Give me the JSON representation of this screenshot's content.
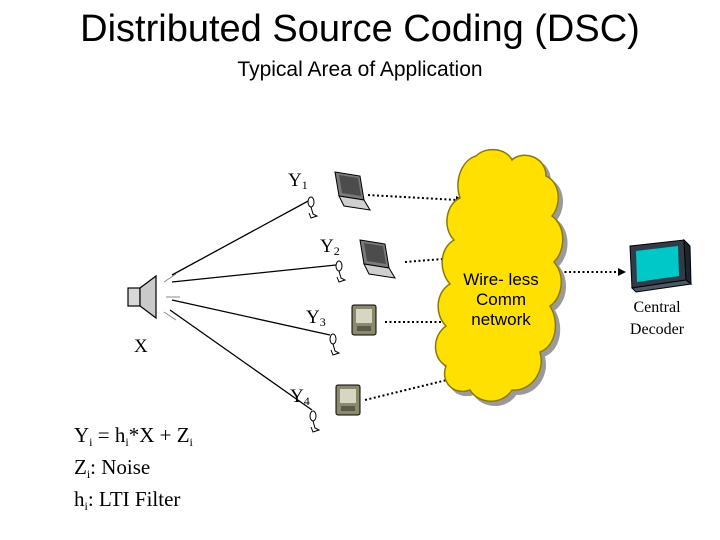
{
  "title": "Distributed Source Coding (DSC)",
  "subtitle": "Typical Area of Application",
  "source": {
    "label": "X",
    "icon": "speaker-icon"
  },
  "sensors": [
    {
      "base": "Y",
      "sub": "1",
      "icon": "laptop-icon"
    },
    {
      "base": "Y",
      "sub": "2",
      "icon": "laptop-icon"
    },
    {
      "base": "Y",
      "sub": "3",
      "icon": "pda-icon"
    },
    {
      "base": "Y",
      "sub": "4",
      "icon": "pda-icon"
    }
  ],
  "network": {
    "line1": "Wire- less",
    "line2": "Comm",
    "line3": "network",
    "color": "#FFE000"
  },
  "decoder": {
    "line1": "Central",
    "line2": "Decoder",
    "icon": "monitor-icon",
    "color": "#00C8C8"
  },
  "equations": {
    "line1_a": "Y",
    "line1_a_sub": "i",
    "line1_b": " = h",
    "line1_b_sub": "i",
    "line1_c": "*X + Z",
    "line1_c_sub": "i",
    "line2_a": "Z",
    "line2_a_sub": "i",
    "line2_b": ": Noise",
    "line3_a": "h",
    "line3_a_sub": "i",
    "line3_b": ": LTI Filter"
  }
}
